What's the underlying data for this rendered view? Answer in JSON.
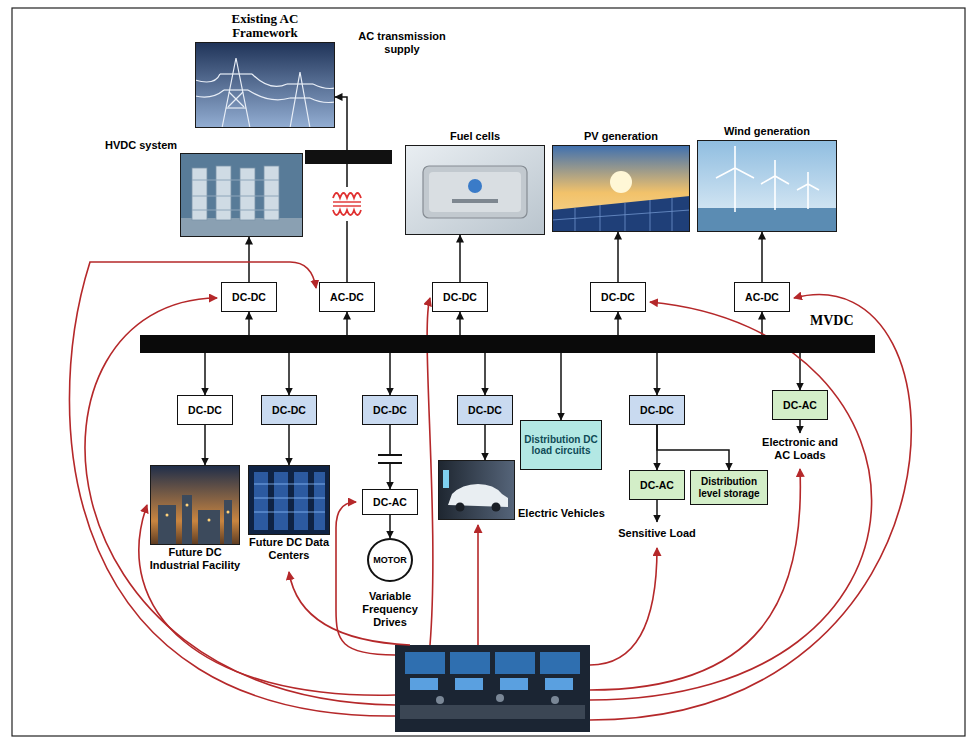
{
  "diagram": {
    "nodes": [
      {
        "text": [
          "Existing AC Framework"
        ]
      },
      {
        "text": [
          "HVDC system"
        ]
      },
      {
        "text": [
          "Fuel cells"
        ]
      },
      {
        "text": [
          "PV generation"
        ]
      },
      {
        "text": [
          "Wind generation"
        ]
      },
      {
        "text": [
          "DC-DC"
        ]
      },
      {
        "text": [
          "AC-DC"
        ]
      },
      {
        "text": [
          "DC-DC"
        ]
      },
      {
        "text": [
          "DC-DC"
        ]
      },
      {
        "text": [
          "AC-DC"
        ]
      },
      {
        "text": [
          "MVDC"
        ]
      },
      {
        "text": [
          "DC-DC"
        ]
      },
      {
        "text": [
          "DC-DC"
        ]
      },
      {
        "text": [
          "DC-DC"
        ]
      },
      {
        "text": [
          "DC-AC"
        ]
      },
      {
        "text": [
          "MOTOR"
        ]
      },
      {
        "text": [
          "DC-DC"
        ]
      },
      {
        "text": [
          "Distribution DC load circuits"
        ]
      },
      {
        "text": [
          "DC-DC"
        ]
      },
      {
        "text": [
          "DC-AC"
        ]
      },
      {
        "text": [
          "Distribution level storage"
        ]
      },
      {
        "text": [
          "DC-AC"
        ]
      },
      {
        "text": [
          "Future DC Industrial Facility"
        ]
      },
      {
        "text": [
          "Future DC Data Centers"
        ]
      },
      {
        "text": [
          "Electric Vehicles"
        ]
      }
    ],
    "edges": [
      {
        "from": 10,
        "to": 5,
        "arrow": "to"
      },
      {
        "from": 5,
        "to": 1,
        "arrow": "to"
      },
      {
        "from": 10,
        "to": 6,
        "arrow": "to"
      },
      {
        "from": 6,
        "to": 0,
        "arrow": "to"
      },
      {
        "from": 10,
        "to": 7,
        "arrow": "to"
      },
      {
        "from": 7,
        "to": 2,
        "arrow": "to"
      },
      {
        "from": 10,
        "to": 8,
        "arrow": "to"
      },
      {
        "from": 8,
        "to": 3,
        "arrow": "to"
      },
      {
        "from": 10,
        "to": 9,
        "arrow": "to"
      },
      {
        "from": 9,
        "to": 4,
        "arrow": "to"
      },
      {
        "from": 10,
        "to": 11,
        "arrow": "to"
      },
      {
        "from": 11,
        "to": 22,
        "arrow": "to"
      },
      {
        "from": 10,
        "to": 12,
        "arrow": "to"
      },
      {
        "from": 12,
        "to": 23,
        "arrow": "to"
      },
      {
        "from": 10,
        "to": 13,
        "arrow": "to"
      },
      {
        "from": 13,
        "to": 14,
        "arrow": "to"
      },
      {
        "from": 14,
        "to": 15,
        "arrow": "to"
      },
      {
        "from": 10,
        "to": 16,
        "arrow": "to"
      },
      {
        "from": 16,
        "to": 24,
        "arrow": "to"
      },
      {
        "from": 10,
        "to": 17,
        "arrow": "to"
      },
      {
        "from": 10,
        "to": 18,
        "arrow": "to"
      },
      {
        "from": 18,
        "to": 19,
        "arrow": "to"
      },
      {
        "from": 18,
        "to": 20,
        "arrow": "to"
      },
      {
        "from": 10,
        "to": 21,
        "arrow": "to"
      }
    ],
    "labels": [
      "AC transmission supply",
      "Variable Frequency Drives",
      "Sensitive Load",
      "Electronic and AC Loads"
    ]
  }
}
